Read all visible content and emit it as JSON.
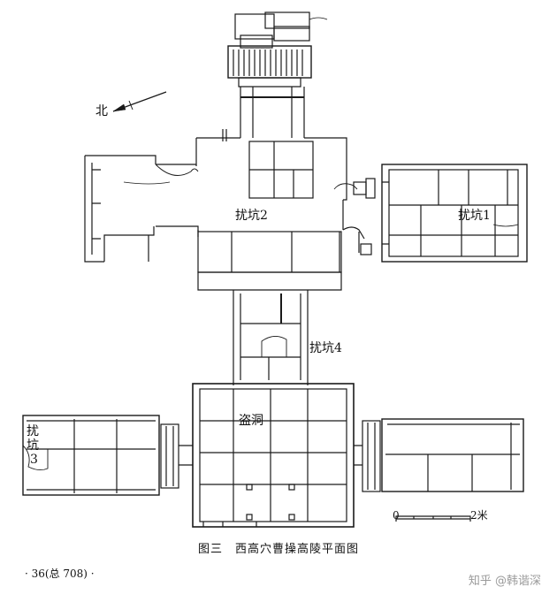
{
  "labels": {
    "north": "北",
    "pit1": "扰坑1",
    "pit2": "扰坑2",
    "pit3_line1": "扰",
    "pit3_line2": "坑",
    "pit3_line3": "3",
    "pit4": "扰坑4",
    "robber_hole": "盗洞"
  },
  "scale": {
    "zero": "0",
    "end": "2米"
  },
  "caption": "图三　西高穴曹操高陵平面图",
  "page_number": "· 36(总 708) ·",
  "watermark": "知乎 @韩谐深",
  "colors": {
    "line": "#1a1a1a",
    "paper": "#ffffff"
  }
}
